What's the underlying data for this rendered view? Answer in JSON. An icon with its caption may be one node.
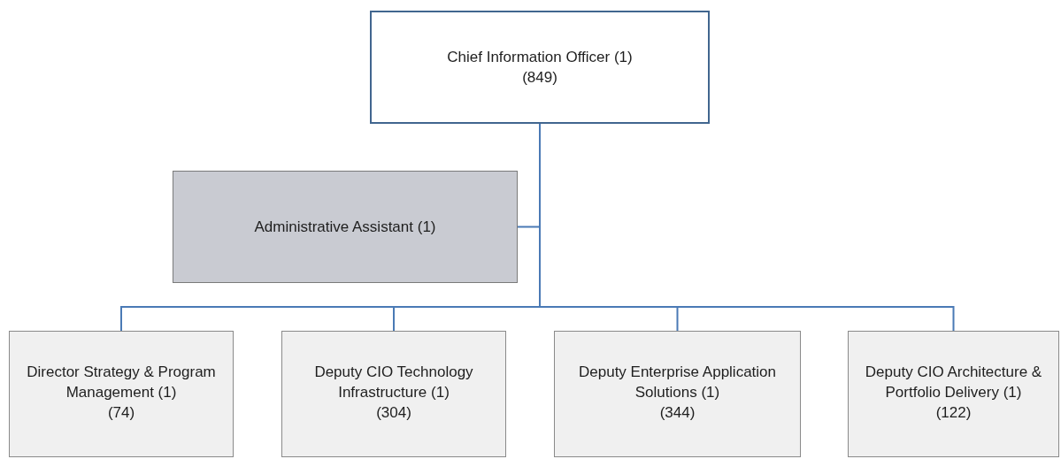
{
  "diagram": {
    "nodes": [
      {
        "text": [
          "Chief Information Officer (1)",
          "(849)"
        ]
      },
      {
        "text": [
          "Administrative Assistant (1)"
        ]
      },
      {
        "text": [
          "Director Strategy & Program Management (1)",
          "(74)"
        ]
      },
      {
        "text": [
          "Deputy CIO Technology Infrastructure (1)",
          "(304)"
        ]
      },
      {
        "text": [
          "Deputy Enterprise Application Solutions (1)",
          "(344)"
        ]
      },
      {
        "text": [
          "Deputy CIO Architecture & Portfolio Delivery (1)",
          "(122)"
        ]
      }
    ],
    "edges": [
      {
        "from": 0,
        "to": 1,
        "arrow": "none"
      },
      {
        "from": 0,
        "to": 2,
        "arrow": "none"
      },
      {
        "from": 0,
        "to": 3,
        "arrow": "none"
      },
      {
        "from": 0,
        "to": 4,
        "arrow": "none"
      },
      {
        "from": 0,
        "to": 5,
        "arrow": "none"
      }
    ]
  }
}
